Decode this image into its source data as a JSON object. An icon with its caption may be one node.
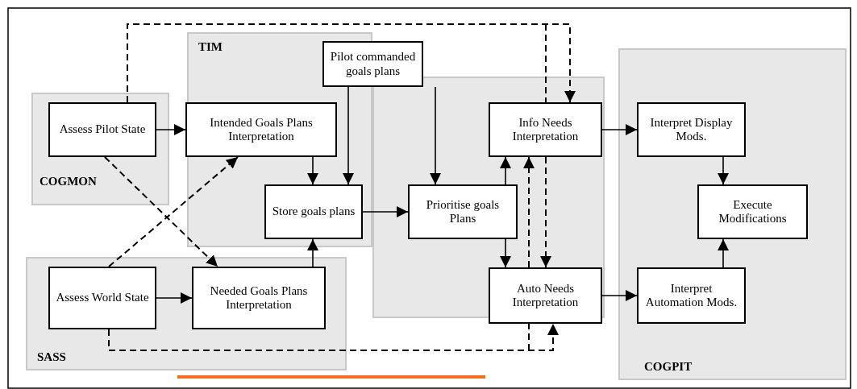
{
  "diagram": {
    "nodes": [
      {
        "text": [
          "COGMON"
        ]
      },
      {
        "text": [
          "Assess Pilot State"
        ],
        "in": 0
      },
      {
        "text": [
          "TIM"
        ]
      },
      {
        "text": [
          "Intended Goals Plans Interpretation"
        ],
        "in": 2
      },
      {
        "text": [
          "Store goals plans"
        ],
        "in": 2
      },
      {
        "text": [
          "Pilot commanded goals plans"
        ]
      },
      {
        "text": [],
        "shape": "box"
      },
      {
        "text": [
          "Prioritise goals Plans"
        ],
        "in": 6
      },
      {
        "text": [
          "Info Needs Interpretation"
        ],
        "in": 6
      },
      {
        "text": [
          "Auto Needs Interpretation"
        ],
        "in": 6
      },
      {
        "text": [
          "COGPIT"
        ]
      },
      {
        "text": [
          "Interpret Display Mods."
        ],
        "in": 10
      },
      {
        "text": [
          "Execute Modifications"
        ],
        "in": 10
      },
      {
        "text": [
          "Interpret Automation Mods."
        ],
        "in": 10
      },
      {
        "text": [
          "SASS"
        ]
      },
      {
        "text": [
          "Assess World State"
        ],
        "in": 14
      },
      {
        "text": [
          "Needed Goals Plans Interpretation"
        ],
        "in": 14
      }
    ],
    "edges": [
      {
        "from": 1,
        "to": 3,
        "arrow": "to"
      },
      {
        "from": 1,
        "to": 8,
        "arrow": "to",
        "style": "dashed"
      },
      {
        "from": 1,
        "to": 16,
        "arrow": "to",
        "style": "dashed"
      },
      {
        "from": 15,
        "to": 3,
        "arrow": "to",
        "style": "dashed"
      },
      {
        "from": 15,
        "to": 16,
        "arrow": "to"
      },
      {
        "from": 15,
        "to": 9,
        "arrow": "to",
        "style": "dashed"
      },
      {
        "from": 3,
        "to": 4,
        "arrow": "to"
      },
      {
        "from": 5,
        "to": 4,
        "arrow": "to"
      },
      {
        "from": 16,
        "to": 4,
        "arrow": "to"
      },
      {
        "from": 5,
        "to": 7,
        "arrow": "to"
      },
      {
        "from": 4,
        "to": 7,
        "arrow": "to"
      },
      {
        "from": 7,
        "to": 8,
        "arrow": "to"
      },
      {
        "from": 7,
        "to": 9,
        "arrow": "to"
      },
      {
        "from": 9,
        "to": 8,
        "arrow": "to",
        "style": "dashed"
      },
      {
        "from": 8,
        "to": 9,
        "arrow": "to",
        "style": "dashed"
      },
      {
        "from": 8,
        "to": 11,
        "arrow": "to"
      },
      {
        "from": 9,
        "to": 13,
        "arrow": "to"
      },
      {
        "from": 11,
        "to": 12,
        "arrow": "to"
      },
      {
        "from": 13,
        "to": 12,
        "arrow": "to"
      }
    ]
  }
}
